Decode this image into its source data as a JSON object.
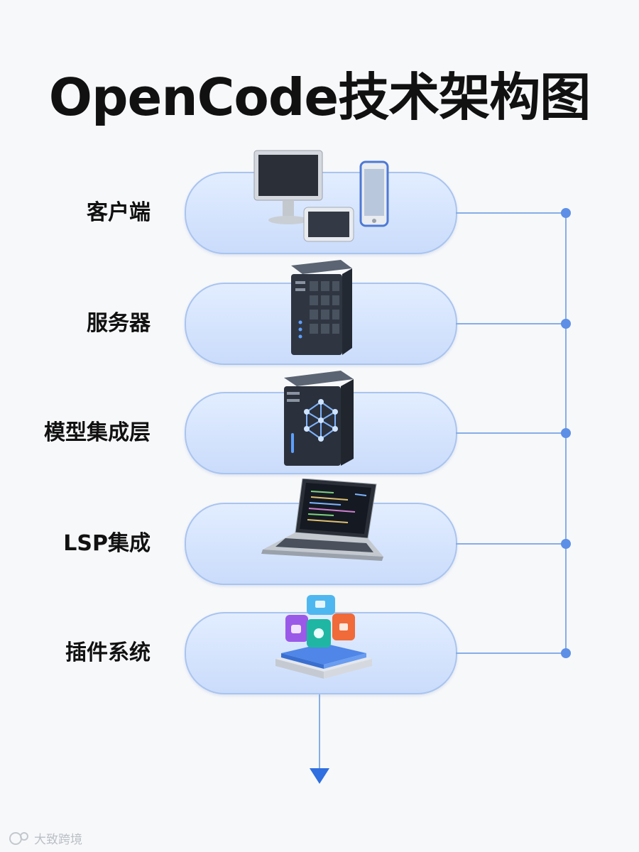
{
  "title": "OpenCode技术架构图",
  "layers": [
    {
      "label": "客户端",
      "icon": "devices-icon"
    },
    {
      "label": "服务器",
      "icon": "server-icon"
    },
    {
      "label": "模型集成层",
      "icon": "ai-server-icon"
    },
    {
      "label": "LSP集成",
      "icon": "laptop-code-icon"
    },
    {
      "label": "插件系统",
      "icon": "plugin-blocks-icon"
    }
  ],
  "colors": {
    "pill": "#cfe0fb",
    "connector": "#86aee8",
    "dot": "#5d8fe6",
    "arrow": "#2f6fe0"
  },
  "watermark": "大致跨境"
}
